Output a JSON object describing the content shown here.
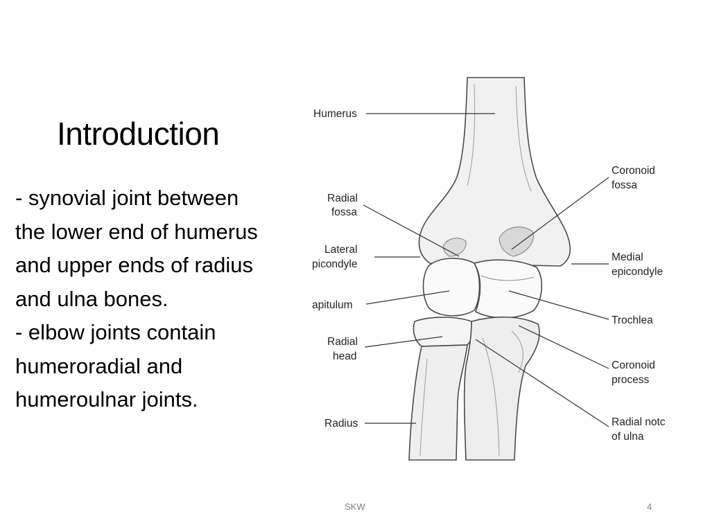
{
  "slide": {
    "title": "Introduction",
    "body_lines": [
      " - synovial joint between",
      "the lower end of humerus",
      "and upper ends of radius",
      "and ulna bones.",
      "- elbow joints contain",
      "humeroradial and",
      "humeroulnar joints."
    ],
    "footer_text": "SKW",
    "page_number": "4"
  },
  "figure": {
    "labels": {
      "humerus": "Humerus",
      "radial_fossa_1": "Radial",
      "radial_fossa_2": "fossa",
      "lateral_epicondyle_1": "Lateral",
      "lateral_epicondyle_2": "picondyle",
      "capitulum": "apitulum",
      "radial_head_1": "Radial",
      "radial_head_2": "head",
      "radius": "Radius",
      "coronoid_fossa_1": "Coronoid",
      "coronoid_fossa_2": "fossa",
      "medial_epicondyle_1": "Medial",
      "medial_epicondyle_2": "epicondyle",
      "trochlea": "Trochlea",
      "coronoid_process_1": "Coronoid",
      "coronoid_process_2": "process",
      "radial_notch_1": "Radial notc",
      "radial_notch_2": "of ulna"
    }
  }
}
